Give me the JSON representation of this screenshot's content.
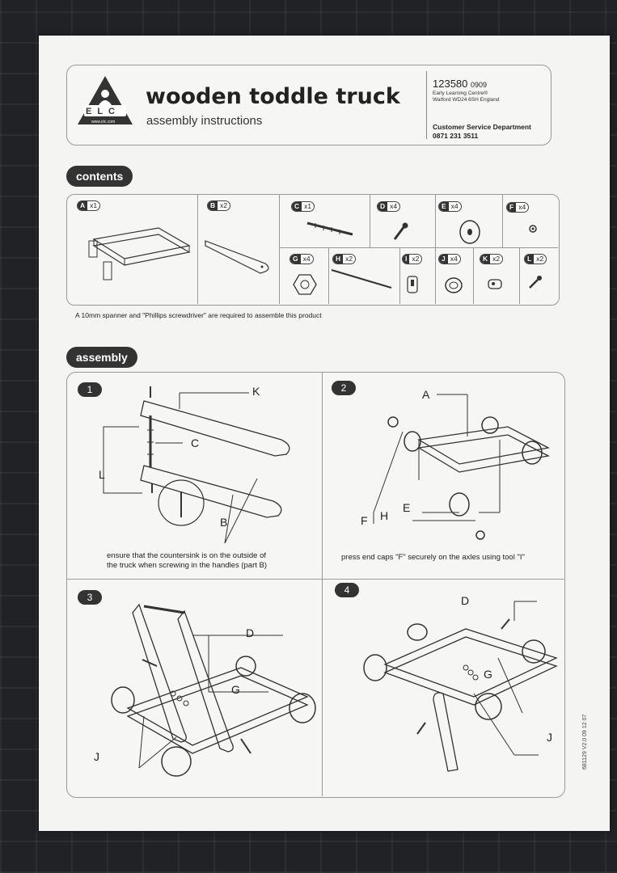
{
  "header": {
    "title": "wooden toddle truck",
    "subtitle": "assembly instructions",
    "logo_letters": "E L C",
    "logo_url": "www.elc.com",
    "product_code": "123580",
    "product_code_suffix": "0909",
    "company_line1": "Early Learning Centre®",
    "company_line2": "Watford WD24 6SH England",
    "service_title": "Customer Service Department",
    "service_phone": "0871 231 3511"
  },
  "contents": {
    "heading": "contents",
    "parts": [
      {
        "letter": "A",
        "qty": "x1"
      },
      {
        "letter": "B",
        "qty": "x2"
      },
      {
        "letter": "C",
        "qty": "x1"
      },
      {
        "letter": "D",
        "qty": "x4"
      },
      {
        "letter": "E",
        "qty": "x4"
      },
      {
        "letter": "F",
        "qty": "x4"
      },
      {
        "letter": "G",
        "qty": "x4"
      },
      {
        "letter": "H",
        "qty": "x2"
      },
      {
        "letter": "I",
        "qty": "x2"
      },
      {
        "letter": "J",
        "qty": "x4"
      },
      {
        "letter": "K",
        "qty": "x2"
      },
      {
        "letter": "L",
        "qty": "x2"
      }
    ],
    "tools_note": "A 10mm spanner and \"Phillips screwdriver\" are required to assemble this product"
  },
  "assembly": {
    "heading": "assembly",
    "steps": [
      {
        "num": "1",
        "caption_line1": "ensure that the countersink is on the outside of",
        "caption_line2": "the truck when screwing in the handles (part B)",
        "labels": [
          "K",
          "C",
          "L",
          "B"
        ]
      },
      {
        "num": "2",
        "caption_line1": "press end caps \"F\" securely on the axles using tool \"I\"",
        "caption_line2": "",
        "labels": [
          "A",
          "E",
          "F",
          "H"
        ]
      },
      {
        "num": "3",
        "caption_line1": "",
        "caption_line2": "",
        "labels": [
          "D",
          "G",
          "J"
        ]
      },
      {
        "num": "4",
        "caption_line1": "",
        "caption_line2": "",
        "labels": [
          "D",
          "G",
          "J"
        ]
      }
    ]
  },
  "footer": {
    "version": "681129 V2.0  09 12 07"
  }
}
